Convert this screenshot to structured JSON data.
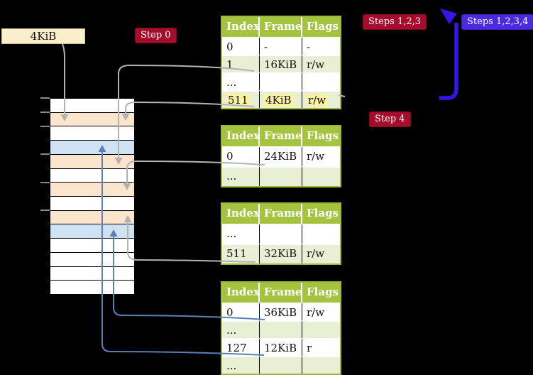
{
  "labels": {
    "page_size_box": "4KiB"
  },
  "badges": {
    "step0": {
      "label": "Step 0"
    },
    "steps123": {
      "label": "Steps 1,2,3"
    },
    "steps1234": {
      "label": "Steps 1,2,3,4"
    },
    "step4": {
      "label": "Step 4"
    }
  },
  "tables": [
    {
      "headers": [
        "Index",
        "Frame",
        "Flags"
      ],
      "rows": [
        {
          "cells": [
            "0",
            "-",
            "-"
          ]
        },
        {
          "cells": [
            "1",
            "16KiB",
            "r/w"
          ]
        },
        {
          "cells": [
            "...",
            "",
            ""
          ]
        },
        {
          "cells": [
            "511",
            "4KiB",
            "r/w"
          ],
          "highlighted": true
        }
      ]
    },
    {
      "headers": [
        "Index",
        "Frame",
        "Flags"
      ],
      "rows": [
        {
          "cells": [
            "0",
            "24KiB",
            "r/w"
          ]
        },
        {
          "cells": [
            "...",
            "",
            ""
          ]
        }
      ]
    },
    {
      "headers": [
        "Index",
        "Frame",
        "Flags"
      ],
      "rows": [
        {
          "cells": [
            "...",
            "",
            ""
          ]
        },
        {
          "cells": [
            "511",
            "32KiB",
            "r/w"
          ]
        }
      ]
    },
    {
      "headers": [
        "Index",
        "Frame",
        "Flags"
      ],
      "rows": [
        {
          "cells": [
            "0",
            "36KiB",
            "r/w"
          ]
        },
        {
          "cells": [
            "...",
            "",
            ""
          ]
        },
        {
          "cells": [
            "127",
            "12KiB",
            "r"
          ]
        },
        {
          "cells": [
            "...",
            "",
            ""
          ]
        }
      ]
    }
  ],
  "memory_strip": {
    "row_colors": [
      "white",
      "peach",
      "white",
      "blue",
      "peach",
      "white",
      "peach",
      "white",
      "peach",
      "blue",
      "white",
      "white",
      "white",
      "white"
    ],
    "tick_count": 6
  },
  "connectors": [
    {
      "from": "4KiB-label",
      "to": "memory-row-1 (4KiB frame)",
      "color": "gray",
      "direction": "down"
    },
    {
      "from": "table-1 entry 1",
      "to": "memory-row-4 (16KiB frame)",
      "color": "gray",
      "direction": "down"
    },
    {
      "from": "table-1 entry 511",
      "to": "memory-row-1 (4KiB frame)",
      "color": "gray",
      "direction": "down"
    },
    {
      "from": "table-2 entry 0",
      "to": "memory-row-6 (24KiB frame)",
      "color": "gray",
      "direction": "down"
    },
    {
      "from": "table-3 entry 511",
      "to": "memory-row-8 (32KiB frame)",
      "color": "gray",
      "direction": "up"
    },
    {
      "from": "table-4 entry 0",
      "to": "memory-row-9 (36KiB frame)",
      "color": "steelblue",
      "direction": "up"
    },
    {
      "from": "table-4 entry 127",
      "to": "memory-row-3 (12KiB frame)",
      "color": "steelblue",
      "direction": "up"
    },
    {
      "from": "table-1 entry 511",
      "to": "table-1 top (recursive loop)",
      "color": "vivid-blue",
      "direction": "up"
    }
  ],
  "colors": {
    "background": "#000000",
    "table_header_green": "#a4c43f",
    "table_row_green": "#e9efd5",
    "table_border_green": "#9cb73c",
    "memory_peach": "#fce5cd",
    "memory_blue": "#cfe2f3",
    "label_wheat": "#fbeecb",
    "yellow_highlight": "#fbf3a3",
    "badge_red": "#a60d2c",
    "badge_blue": "#4a2be0",
    "loop_arrow_blue": "#3416e8",
    "connector_gray": "#b3b3b3",
    "connector_steelblue": "#5b80b8"
  }
}
